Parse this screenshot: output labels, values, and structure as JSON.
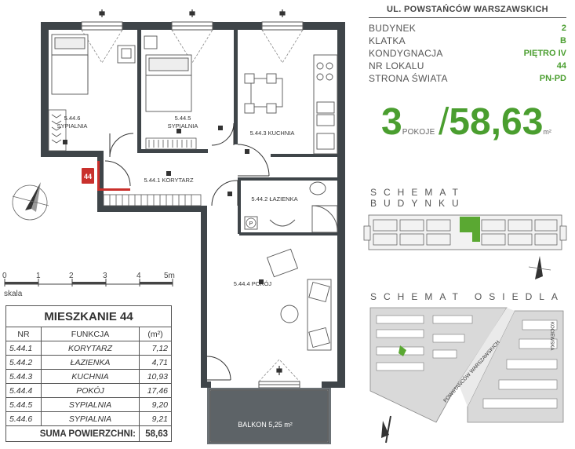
{
  "info": {
    "street": "UL. POWSTAŃCÓW WARSZAWSKICH",
    "rows": [
      {
        "label": "BUDYNEK",
        "value": "2"
      },
      {
        "label": "KLATKA",
        "value": "B"
      },
      {
        "label": "KONDYGNACJA",
        "value": "PIĘTRO IV"
      },
      {
        "label": "NR LOKALU",
        "value": "44"
      },
      {
        "label": "STRONA ŚWIATA",
        "value": "PN-PD"
      }
    ]
  },
  "summary": {
    "rooms_count": "3",
    "rooms_label": "POKOJE",
    "slash": "/",
    "area": "58,63",
    "area_unit": "m²"
  },
  "schemes": {
    "building": "SCHEMAT BUDYNKU",
    "estate": "SCHEMAT OSIEDLA",
    "street_label": "POWSTAŃCÓW WARSZAWSKICH",
    "street_label2": "KOCIEWSKA"
  },
  "plan": {
    "unit_badge": "44",
    "rooms": [
      {
        "id": "5.44.6",
        "name": "SYPIALNIA"
      },
      {
        "id": "5.44.5",
        "name": "SYPIALNIA"
      },
      {
        "id": "5.44.3",
        "name": "KUCHNIA"
      },
      {
        "id": "5.44.1",
        "name": "KORYTARZ"
      },
      {
        "id": "5.44.2",
        "name": "ŁAZIENKA"
      },
      {
        "id": "5.44.4",
        "name": "POKÓJ"
      }
    ],
    "balcony": "BALKON 5,25 m²",
    "parking_symbol": "P"
  },
  "scale": {
    "ticks": [
      "0",
      "1",
      "2",
      "3",
      "4",
      "5m"
    ],
    "label": "skala"
  },
  "table": {
    "title": "MIESZKANIE 44",
    "headers": [
      "NR",
      "FUNKCJA",
      "(m²)"
    ],
    "rows": [
      {
        "nr": "5.44.1",
        "fn": "KORYTARZ",
        "area": "7,12"
      },
      {
        "nr": "5.44.2",
        "fn": "ŁAZIENKA",
        "area": "4,71"
      },
      {
        "nr": "5.44.3",
        "fn": "KUCHNIA",
        "area": "10,93"
      },
      {
        "nr": "5.44.4",
        "fn": "POKÓJ",
        "area": "17,46"
      },
      {
        "nr": "5.44.5",
        "fn": "SYPIALNIA",
        "area": "9,20"
      },
      {
        "nr": "5.44.6",
        "fn": "SYPIALNIA",
        "area": "9,21"
      }
    ],
    "sum_label": "SUMA POWIERZCHNI:",
    "sum_value": "58,63"
  },
  "colors": {
    "accent": "#4a9e2f",
    "wall": "#3f4549",
    "badge": "#c9302c"
  }
}
